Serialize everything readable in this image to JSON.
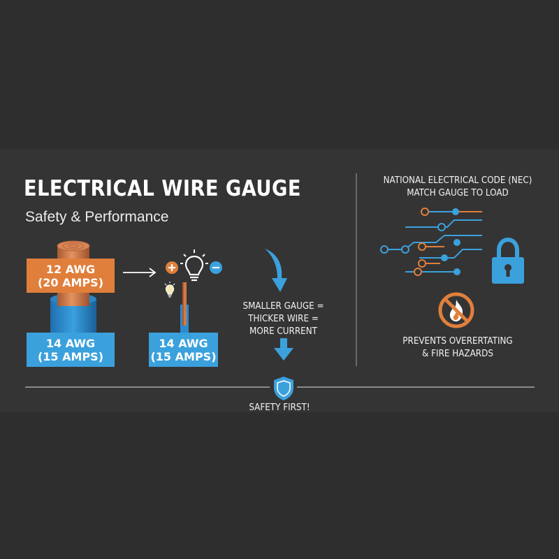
{
  "title": "ELECTRICAL WIRE GAUGE",
  "subtitle": "Safety & Performance",
  "wire_thick": {
    "gauge_12": "12 AWG",
    "amps_12": "(20 AMPS)",
    "gauge_14": "14 AWG",
    "amps_14": "(15 AMPS)"
  },
  "wire_thin": {
    "gauge": "14 AWG",
    "amps": "(15 AMPS)"
  },
  "gauge_note": {
    "line1": "SMALLER GAUGE =",
    "line2": "THICKER WIRE =",
    "line3": "MORE CURRENT"
  },
  "nec": {
    "line1": "NATIONAL ELECTRICAL CODE (NEC)",
    "line2": "MATCH GAUGE TO LOAD"
  },
  "prevents": {
    "line1": "PREVENTS OVERERTATING",
    "line2": "& FIRE HAZARDS"
  },
  "footer": "SAFETY FIRST!",
  "colors": {
    "background": "#2e2e2e",
    "orange": "#e07f3c",
    "blue": "#3ba1dd",
    "copper": "#c8744a"
  },
  "icons": [
    "arrow-right-icon",
    "plus-icon",
    "light-bulb-icon",
    "minus-icon",
    "small-bulb-icon",
    "curved-arrow-down-icon",
    "arrow-down-icon",
    "circuit-icon",
    "padlock-icon",
    "no-fire-icon",
    "shield-icon"
  ]
}
